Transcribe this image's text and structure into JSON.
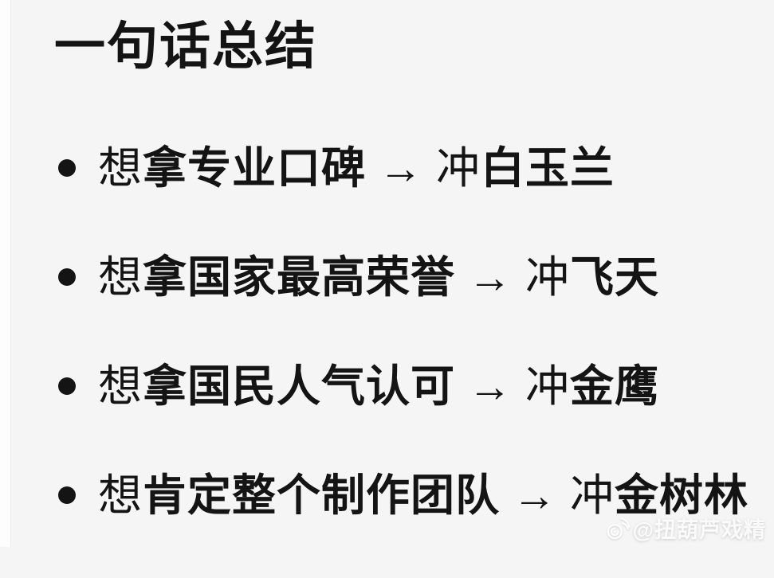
{
  "page": {
    "background_color": "#f5f5f6",
    "left_strip_color": "#fdfdfd",
    "text_color": "#141414",
    "watermark_color": "#ffffff"
  },
  "title": {
    "text": "一句话总结"
  },
  "bullets": [
    {
      "lead": "想",
      "topic": "拿专业口碑",
      "arrow": "→",
      "verb": "冲",
      "award": "白玉兰"
    },
    {
      "lead": "想",
      "topic": "拿国家最高荣誉",
      "arrow": "→",
      "verb": "冲",
      "award": "飞天"
    },
    {
      "lead": "想",
      "topic": "拿国民人气认可",
      "arrow": "→",
      "verb": "冲",
      "award": "金鹰"
    },
    {
      "lead": "想",
      "topic": "肯定整个制作团队",
      "arrow": "→",
      "verb": "冲",
      "award": "金树林"
    }
  ],
  "watermark": {
    "icon": "weibo-eye-icon",
    "handle": "@扭葫芦戏精"
  }
}
